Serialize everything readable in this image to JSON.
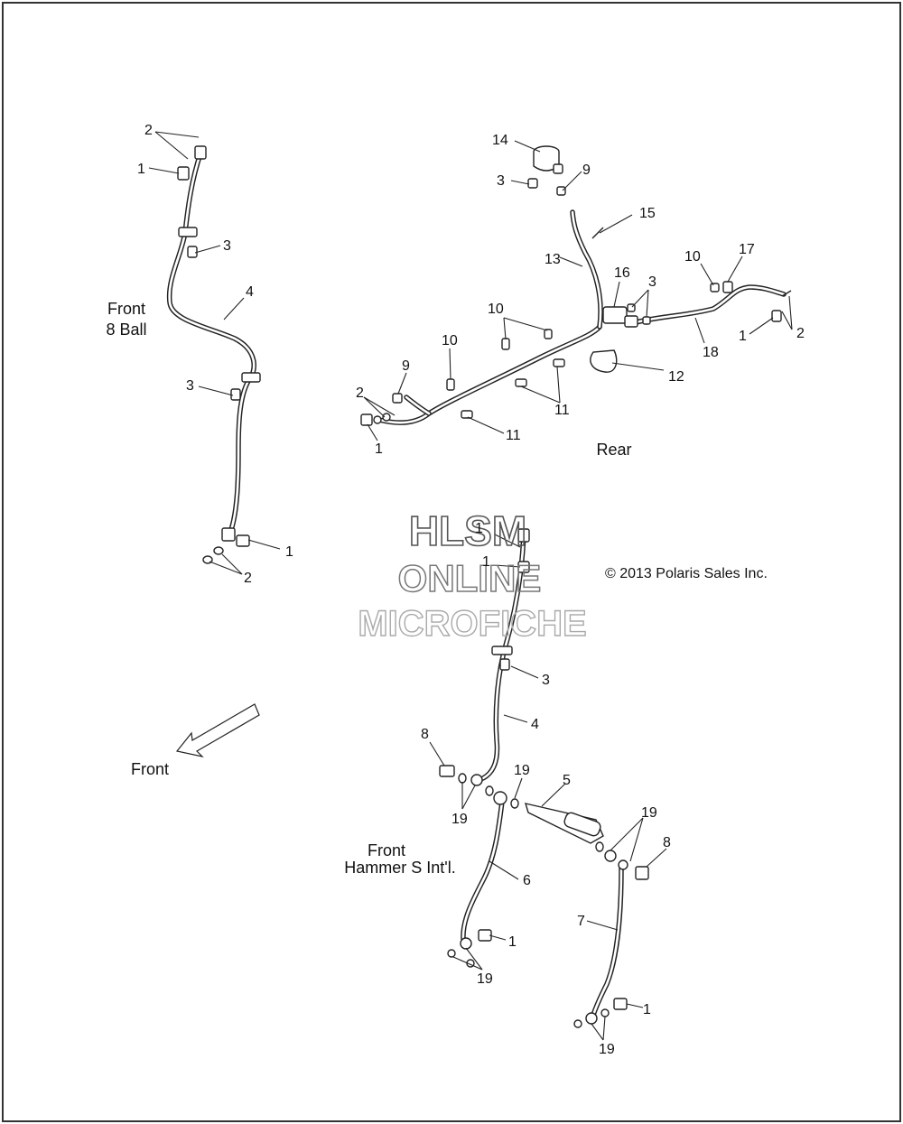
{
  "labels": {
    "front_8ball_line1": "Front",
    "front_8ball_line2": "8 Ball",
    "rear": "Rear",
    "front_arrow": "Front",
    "front_hammer_line1": "Front",
    "front_hammer_line2": "Hammer S Int'l.",
    "copyright": "© 2013 Polaris Sales Inc."
  },
  "watermark": {
    "line1": "HLSM",
    "line2": "ONLINE",
    "line3": "MICROFICHE"
  },
  "callouts": {
    "c1": "2",
    "c2": "1",
    "c3": "3",
    "c4": "4",
    "c5": "3",
    "c6": "1",
    "c7": "2",
    "c8": "14",
    "c9": "3",
    "c10": "9",
    "c11": "15",
    "c12": "13",
    "c13": "16",
    "c14": "3",
    "c15": "10",
    "c16": "17",
    "c17": "1",
    "c18": "2",
    "c19": "18",
    "c20": "12",
    "c21": "10",
    "c22": "10",
    "c23": "9",
    "c24": "2",
    "c25": "1",
    "c26": "11",
    "c27": "11",
    "c28": "1",
    "c29": "1",
    "c30": "3",
    "c31": "4",
    "c32": "8",
    "c33": "19",
    "c34": "19",
    "c35": "5",
    "c36": "19",
    "c37": "8",
    "c38": "6",
    "c39": "7",
    "c40": "1",
    "c41": "19",
    "c42": "1",
    "c43": "19"
  }
}
